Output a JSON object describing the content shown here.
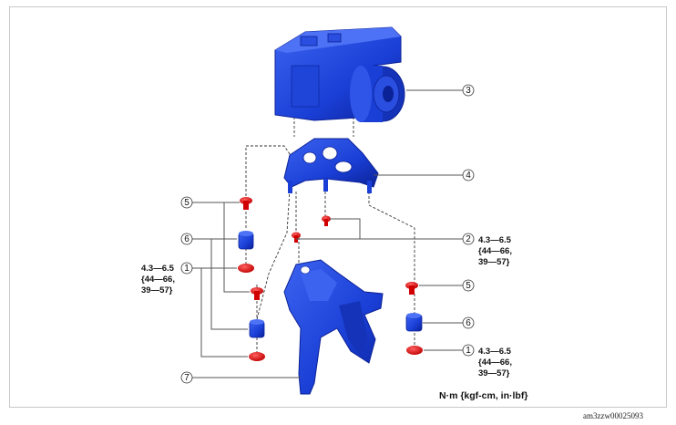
{
  "callouts": {
    "c1": "1",
    "c2": "2",
    "c3": "3",
    "c4": "4",
    "c5": "5",
    "c6": "6",
    "c7": "7"
  },
  "torque": {
    "value_nm": "4.3—6.5",
    "value_kgfcm": "{44—66,",
    "value_inlbf": "39—57}"
  },
  "units_note": "N·m {kgf-cm, in·lbf}",
  "image_id": "am3zzw00025093",
  "colors": {
    "part_blue": "#1a3fd6",
    "part_dark": "#0b2196",
    "fastener_red": "#e00000"
  }
}
